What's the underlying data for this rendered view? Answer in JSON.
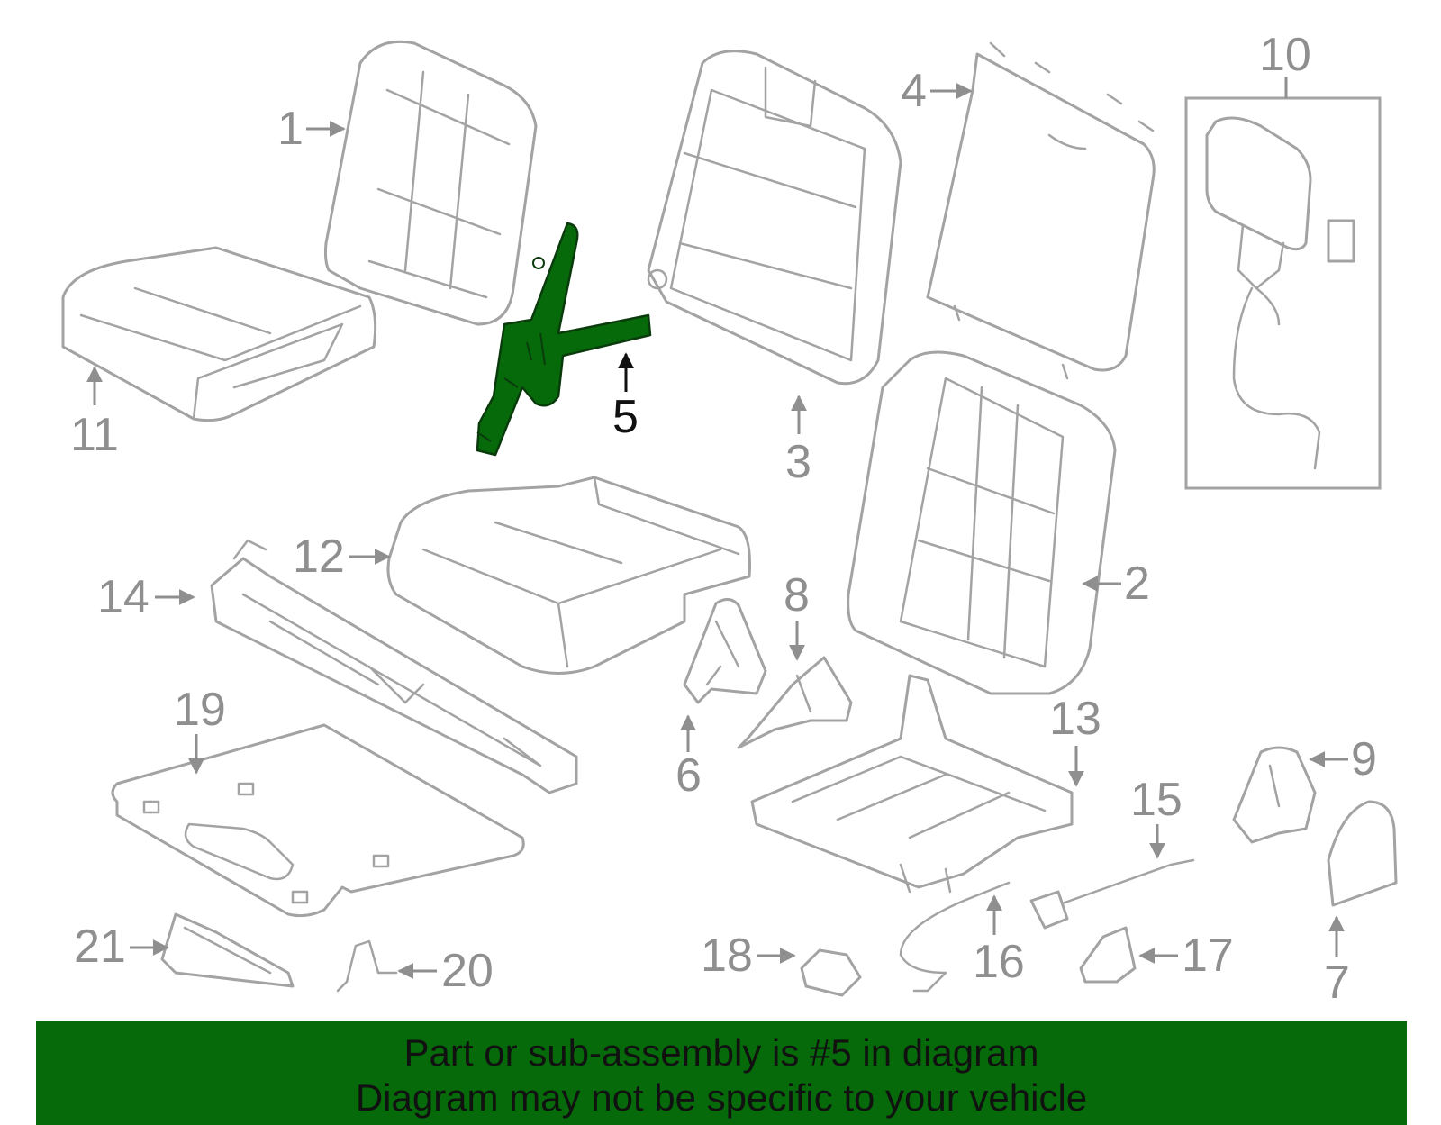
{
  "highlight": {
    "callout": "5",
    "color": "#066a0a"
  },
  "callouts": [
    "1",
    "2",
    "3",
    "4",
    "5",
    "6",
    "7",
    "8",
    "9",
    "10",
    "11",
    "12",
    "13",
    "14",
    "15",
    "16",
    "17",
    "18",
    "19",
    "20",
    "21"
  ],
  "banner": {
    "line1": "Part or sub-assembly is #5 in diagram",
    "line2": "Diagram may not be specific to your vehicle"
  }
}
